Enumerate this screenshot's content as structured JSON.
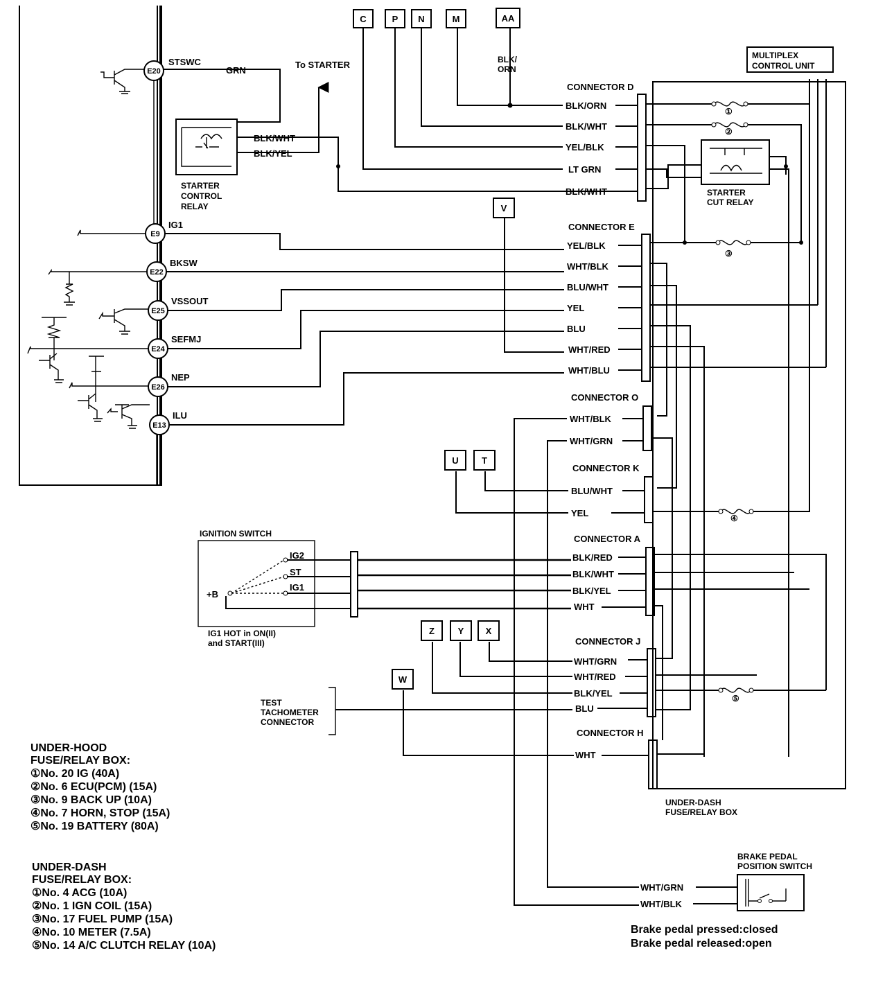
{
  "pcm": {
    "pins": [
      {
        "pin": "E20",
        "signal": "STSWC"
      },
      {
        "pin": "E9",
        "signal": "IG1"
      },
      {
        "pin": "E22",
        "signal": "BKSW"
      },
      {
        "pin": "E25",
        "signal": "VSSOUT"
      },
      {
        "pin": "E24",
        "signal": "SEFMJ"
      },
      {
        "pin": "E26",
        "signal": "NEP"
      },
      {
        "pin": "E13",
        "signal": "ILU"
      }
    ]
  },
  "tags": [
    "C",
    "P",
    "N",
    "M",
    "AA",
    "V",
    "U",
    "T",
    "Z",
    "Y",
    "X",
    "W"
  ],
  "starter": {
    "to_starter": "To STARTER",
    "relay_label": [
      "STARTER",
      "CONTROL",
      "RELAY"
    ],
    "grn": "GRN",
    "wires": [
      "BLK/WHT",
      "BLK/YEL"
    ],
    "aa_wire": [
      "BLK/",
      "ORN"
    ]
  },
  "mcu": [
    "MULTIPLEX",
    "CONTROL UNIT"
  ],
  "cut_relay": [
    "STARTER",
    "CUT RELAY"
  ],
  "connectors": {
    "D": {
      "label": "CONNECTOR D",
      "wires": [
        "BLK/ORN",
        "BLK/WHT",
        "YEL/BLK",
        "LT GRN",
        "BLK/WHT"
      ]
    },
    "E": {
      "label": "CONNECTOR E",
      "wires": [
        "YEL/BLK",
        "WHT/BLK",
        "BLU/WHT",
        "YEL",
        "BLU",
        "WHT/RED",
        "WHT/BLU"
      ]
    },
    "O": {
      "label": "CONNECTOR O",
      "wires": [
        "WHT/BLK",
        "WHT/GRN"
      ]
    },
    "K": {
      "label": "CONNECTOR K",
      "wires": [
        "BLU/WHT",
        "YEL"
      ]
    },
    "A": {
      "label": "CONNECTOR A",
      "wires": [
        "BLK/RED",
        "BLK/WHT",
        "BLK/YEL",
        "WHT"
      ]
    },
    "J": {
      "label": "CONNECTOR J",
      "wires": [
        "WHT/GRN",
        "WHT/RED",
        "BLK/YEL",
        "BLU"
      ]
    },
    "H": {
      "label": "CONNECTOR H",
      "wires": [
        "WHT"
      ]
    }
  },
  "ignition": {
    "title": "IGNITION SWITCH",
    "terminals": [
      "IG2",
      "ST",
      "IG1"
    ],
    "battery": "+B",
    "note": [
      "IG1 HOT in ON(II)",
      "and START(III)"
    ]
  },
  "test_tach": [
    "TEST",
    "TACHOMETER",
    "CONNECTOR"
  ],
  "underdash_box_label": [
    "UNDER-DASH",
    "FUSE/RELAY BOX"
  ],
  "brake_switch": {
    "title": [
      "BRAKE PEDAL",
      "POSITION SWITCH"
    ],
    "wires": [
      "WHT/GRN",
      "WHT/BLK"
    ],
    "notes": [
      "Brake pedal pressed:closed",
      "Brake pedal released:open"
    ]
  },
  "fuse_numbers": [
    "①",
    "②",
    "③",
    "④",
    "⑤"
  ],
  "legend_underhood": {
    "title": [
      "UNDER-HOOD",
      "FUSE/RELAY BOX:"
    ],
    "items": [
      "①No. 20 IG (40A)",
      "②No. 6 ECU(PCM) (15A)",
      "③No. 9 BACK UP (10A)",
      "④No. 7 HORN, STOP (15A)",
      "⑤No. 19 BATTERY (80A)"
    ]
  },
  "legend_underdash": {
    "title": [
      "UNDER-DASH",
      "FUSE/RELAY BOX:"
    ],
    "items": [
      "①No. 4 ACG (10A)",
      "②No. 1 IGN COIL (15A)",
      "③No. 17 FUEL PUMP (15A)",
      "④No. 10 METER (7.5A)",
      "⑤No. 14 A/C CLUTCH RELAY (10A)"
    ]
  }
}
